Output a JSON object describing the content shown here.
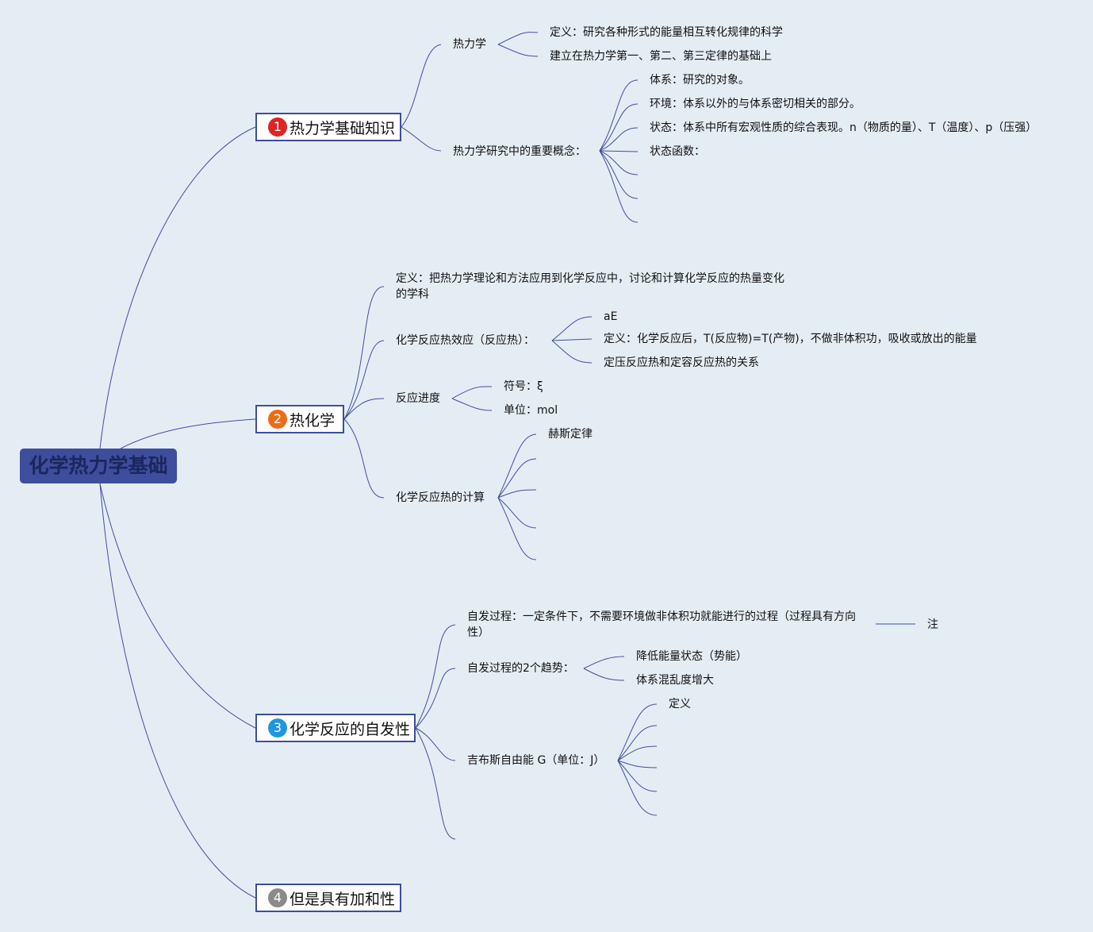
{
  "root": {
    "title": "化学热力学基础"
  },
  "branches": [
    {
      "badge": "1",
      "badge_color": "#e02323",
      "title": "热力学基础知识"
    },
    {
      "badge": "2",
      "badge_color": "#ee6c19",
      "title": "热化学"
    },
    {
      "badge": "3",
      "badge_color": "#2196e0",
      "title": "化学反应的自发性"
    },
    {
      "badge": "4",
      "badge_color": "#8a8a8a",
      "title": "但是具有加和性"
    }
  ],
  "b1": {
    "thermo": "热力学",
    "thermo_def": "定义：研究各种形式的能量相互转化规律的科学",
    "thermo_basis": "建立在热力学第一、第二、第三定律的基础上",
    "concepts": "热力学研究中的重要概念：",
    "system": "体系：研究的对象。",
    "environment": "环境：体系以外的与体系密切相关的部分。",
    "state": "状态：体系中所有宏观性质的综合表现。n（物质的量）、T（温度）、p（压强）",
    "state_fn": "状态函数："
  },
  "b2": {
    "definition": "定义：把热力学理论和方法应用到化学反应中，讨论和计算化学反应的热量变化的学科",
    "heat_effect": "化学反应热效应（反应热）：",
    "ae": "aE",
    "heat_def": "定义：化学反应后，T(反应物)=T(产物)，不做非体积功，吸收或放出的能量",
    "heat_rel": "定压反应热和定容反应热的关系",
    "progress": "反应进度",
    "symbol": "符号：ξ",
    "unit": "单位：mol",
    "calc": "化学反应热的计算",
    "hess": "赫斯定律"
  },
  "b3": {
    "spont": "自发过程：一定条件下，不需要环境做非体积功就能进行的过程（过程具有方向性）",
    "note": "注",
    "trends": "自发过程的2个趋势：",
    "lower_energy": "降低能量状态（势能）",
    "disorder": "体系混乱度增大",
    "gibbs": "吉布斯自由能 G（单位：J）",
    "gibbs_def": "定义"
  }
}
